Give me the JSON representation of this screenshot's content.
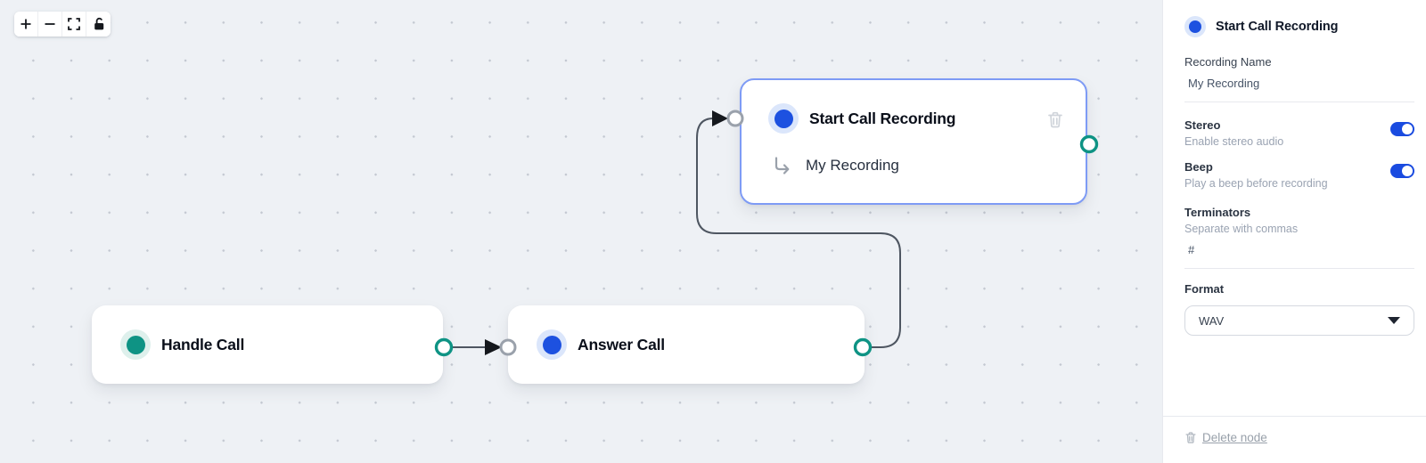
{
  "toolbar": {
    "buttons": [
      {
        "name": "zoom-in"
      },
      {
        "name": "zoom-out"
      },
      {
        "name": "fit-view"
      },
      {
        "name": "toggle-interactivity-lock"
      }
    ]
  },
  "nodes": {
    "handle_call": {
      "title": "Handle Call",
      "accent": "#0e9384"
    },
    "answer_call": {
      "title": "Answer Call",
      "accent": "#1d51e0"
    },
    "start_call_recording": {
      "title": "Start Call Recording",
      "subtitle": "My Recording",
      "accent": "#1d51e0",
      "selected": true
    }
  },
  "edges": [
    {
      "from": "handle_call",
      "to": "answer_call"
    },
    {
      "from": "answer_call",
      "to": "start_call_recording"
    }
  ],
  "panel": {
    "title": "Start Call Recording",
    "fields": {
      "recording_name": {
        "label": "Recording Name",
        "value": "My Recording"
      },
      "stereo": {
        "label": "Stereo",
        "description": "Enable stereo audio",
        "enabled": true
      },
      "beep": {
        "label": "Beep",
        "description": "Play a beep before recording",
        "enabled": true
      },
      "terminators": {
        "label": "Terminators",
        "description": "Separate with commas",
        "value": "#"
      },
      "format": {
        "label": "Format",
        "value": "WAV"
      }
    },
    "delete_label": "Delete node"
  },
  "colors": {
    "canvas_bg": "#eef1f5",
    "teal": "#0e9384",
    "blue": "#1d51e0",
    "toggle_on": "#1a4be0",
    "selected_border": "#7e9bf5",
    "edge": "#4e5661"
  }
}
